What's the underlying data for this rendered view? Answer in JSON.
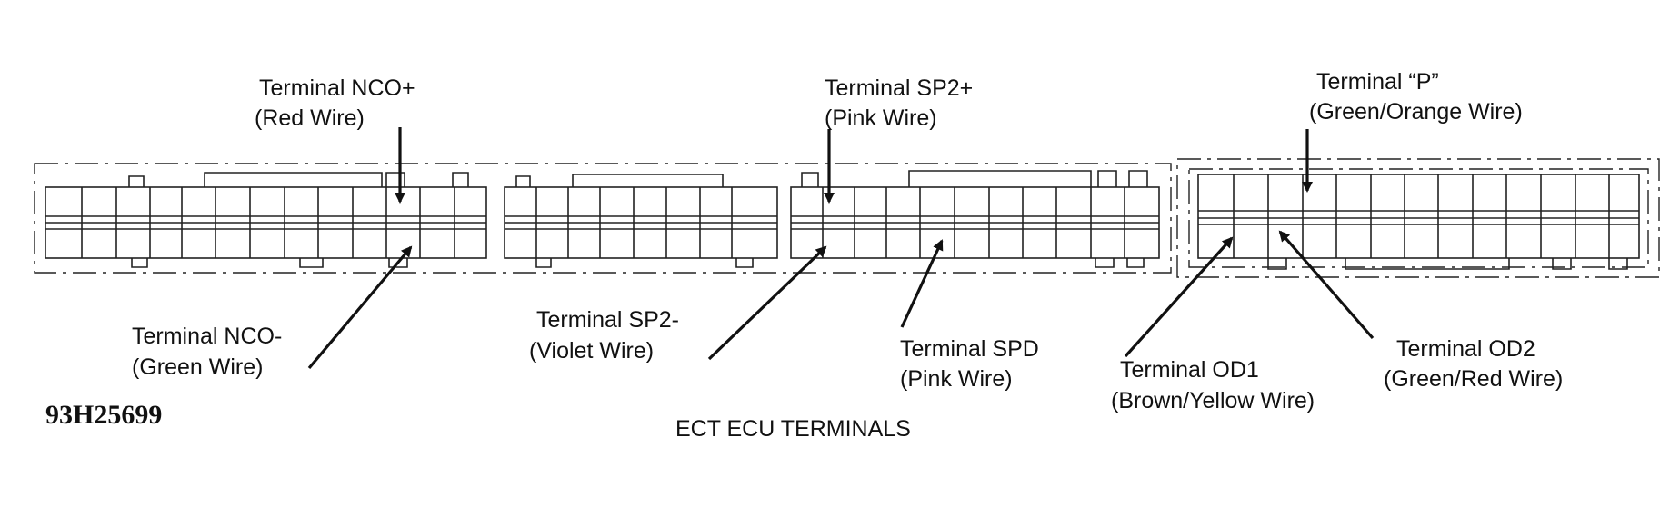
{
  "figure_id": "93H25699",
  "caption": "ECT ECU TERMINALS",
  "callouts": [
    {
      "id": "nco-plus",
      "line1": "Terminal NCO+",
      "line2": "(Red Wire)"
    },
    {
      "id": "nco-minus",
      "line1": "Terminal NCO-",
      "line2": "(Green Wire)"
    },
    {
      "id": "sp2-plus",
      "line1": "Terminal SP2+",
      "line2": "(Pink Wire)"
    },
    {
      "id": "sp2-minus",
      "line1": "Terminal SP2-",
      "line2": "(Violet Wire)"
    },
    {
      "id": "spd",
      "line1": "Terminal SPD",
      "line2": "(Pink Wire)"
    },
    {
      "id": "p",
      "line1": "Terminal “P”",
      "line2": "(Green/Orange Wire)"
    },
    {
      "id": "od1",
      "line1": "Terminal OD1",
      "line2": "(Brown/Yellow Wire)"
    },
    {
      "id": "od2",
      "line1": "Terminal OD2",
      "line2": "(Green/Red Wire)"
    }
  ]
}
